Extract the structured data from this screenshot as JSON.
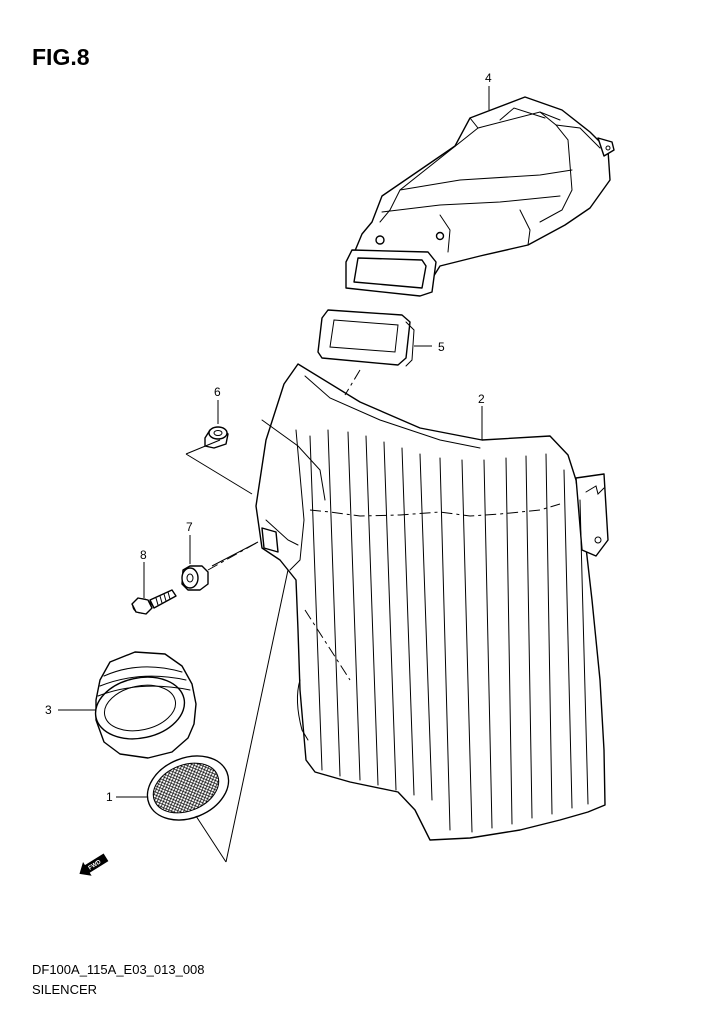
{
  "figure": {
    "title": "FIG.8",
    "diagram_code": "DF100A_115A_E03_013_008",
    "section_name": "SILENCER"
  },
  "callouts": [
    {
      "id": "1",
      "label": "1"
    },
    {
      "id": "2",
      "label": "2"
    },
    {
      "id": "3",
      "label": "3"
    },
    {
      "id": "4",
      "label": "4"
    },
    {
      "id": "5",
      "label": "5"
    },
    {
      "id": "6",
      "label": "6"
    },
    {
      "id": "7",
      "label": "7"
    },
    {
      "id": "8",
      "label": "8"
    }
  ],
  "direction_marker": {
    "label": "FWD",
    "icon": "fwd-arrow-icon"
  }
}
